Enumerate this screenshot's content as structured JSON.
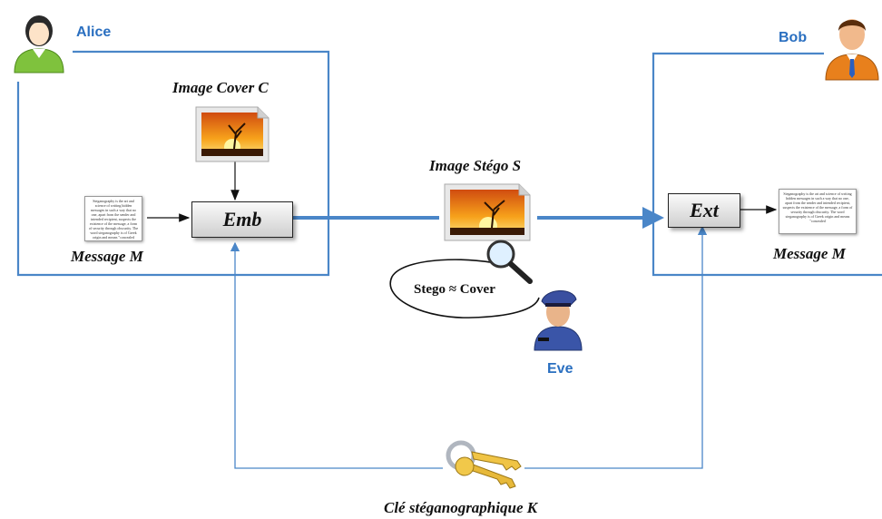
{
  "parties": {
    "alice": "Alice",
    "bob": "Bob",
    "eve": "Eve"
  },
  "labels": {
    "cover": "Image Cover C",
    "stego": "Image Stégo S",
    "message_left": "Message M",
    "message_right": "Message M",
    "key": "Clé stéganographique  K",
    "comparison": "Stego ≈ Cover"
  },
  "processes": {
    "embed": "Emb",
    "extract": "Ext"
  },
  "document_text": "Steganography is the art and science of writing hidden messages in such a way that no one, apart from the sender and intended recipient, suspects the existence of the message, a form of security through obscurity. The word steganography is of Greek origin and means \"concealed",
  "icons": {
    "alice": "female-user-icon",
    "bob": "male-user-icon",
    "eve": "police-officer-icon",
    "image": "landscape-image-icon",
    "magnifier": "magnifying-glass-icon",
    "key": "keys-icon",
    "document": "text-document-icon"
  },
  "colors": {
    "line": "#4a86c8",
    "name": "#2a6fc0"
  }
}
